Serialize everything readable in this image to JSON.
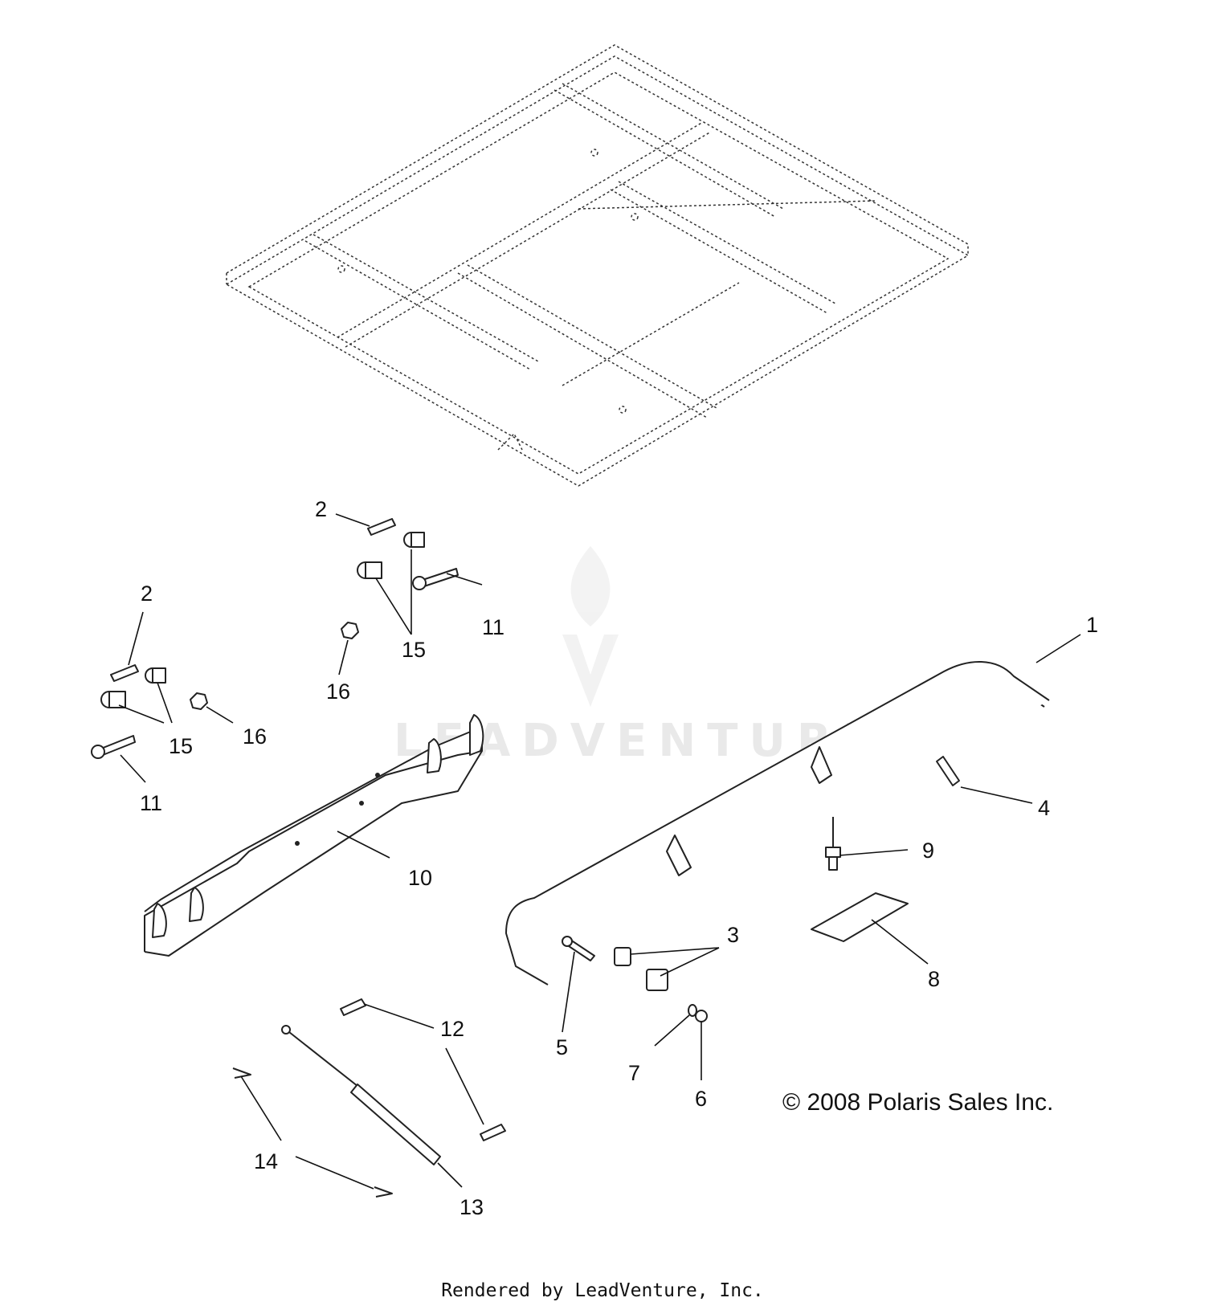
{
  "watermark_text": "LEADVENTURE",
  "callouts": [
    {
      "id": "c1",
      "text": "1"
    },
    {
      "id": "c2a",
      "text": "2"
    },
    {
      "id": "c2b",
      "text": "2"
    },
    {
      "id": "c3",
      "text": "3"
    },
    {
      "id": "c4",
      "text": "4"
    },
    {
      "id": "c5",
      "text": "5"
    },
    {
      "id": "c6",
      "text": "6"
    },
    {
      "id": "c7",
      "text": "7"
    },
    {
      "id": "c8",
      "text": "8"
    },
    {
      "id": "c9",
      "text": "9"
    },
    {
      "id": "c10",
      "text": "10"
    },
    {
      "id": "c11a",
      "text": "11"
    },
    {
      "id": "c11b",
      "text": "11"
    },
    {
      "id": "c12",
      "text": "12"
    },
    {
      "id": "c13",
      "text": "13"
    },
    {
      "id": "c14",
      "text": "14"
    },
    {
      "id": "c15a",
      "text": "15"
    },
    {
      "id": "c15b",
      "text": "15"
    },
    {
      "id": "c16a",
      "text": "16"
    },
    {
      "id": "c16b",
      "text": "16"
    }
  ],
  "copyright": "© 2008 Polaris Sales Inc.",
  "footer": "Rendered by LeadVenture, Inc."
}
